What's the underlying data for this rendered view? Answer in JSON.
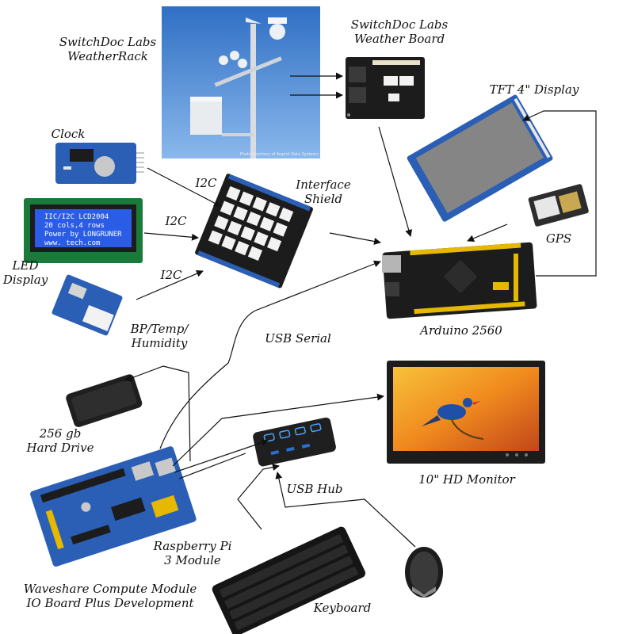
{
  "labels": {
    "weatherrack": [
      "SwitchDoc Labs",
      "WeatherRack"
    ],
    "weather_board": [
      "SwitchDoc Labs",
      "Weather Board"
    ],
    "tft_display": "TFT 4\" Display",
    "clock": "Clock",
    "interface_shield": [
      "Interface",
      "Shield"
    ],
    "i2c_1": "I2C",
    "i2c_2": "I2C",
    "i2c_3": "I2C",
    "led_display": [
      "LED",
      "Display"
    ],
    "gps": "GPS",
    "bp_temp_humidity": [
      "BP/Temp/",
      "Humidity"
    ],
    "usb_serial": "USB Serial",
    "arduino": "Arduino 2560",
    "hard_drive": [
      "256 gb",
      "Hard Drive"
    ],
    "usb_hub": "USB Hub",
    "monitor": "10\" HD Monitor",
    "raspberry_pi": [
      "Raspberry Pi",
      "3 Module"
    ],
    "waveshare": [
      "Waveshare Compute Module",
      "IO Board Plus Development"
    ],
    "keyboard": "Keyboard"
  },
  "lcd_text": [
    "IIC/I2C LCD2004",
    "20 cols,4 rows",
    "Power by LONGRUNER",
    "www.          tech.com"
  ],
  "photo_caption": "Photo Courtesy of Argent Data Systems",
  "colors": {
    "sky": "#3f7fd0",
    "pcb_blue": "#2a5fb5",
    "pcb_black": "#1c1c1c",
    "lcd_blue": "#2b5ce6",
    "monitor_orange": "#f08a1e"
  }
}
